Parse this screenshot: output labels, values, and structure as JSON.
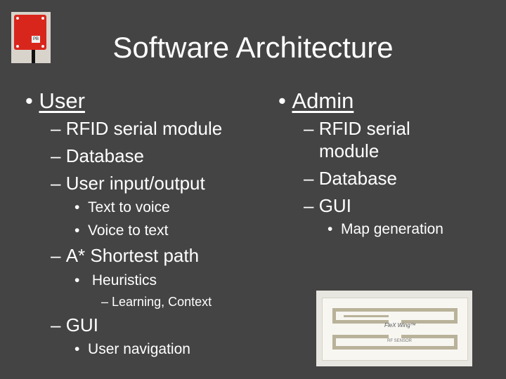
{
  "slide": {
    "title": "Software Architecture",
    "left_column": {
      "heading": "User",
      "items": [
        {
          "text": "RFID serial module",
          "level": 2,
          "marker": "–"
        },
        {
          "text": "Database",
          "level": 2,
          "marker": "–"
        },
        {
          "text": "User input/output",
          "level": 2,
          "marker": "–"
        },
        {
          "text": "Text to voice",
          "level": 3,
          "marker": "•"
        },
        {
          "text": "Voice to text",
          "level": 3,
          "marker": "•"
        },
        {
          "text": "A* Shortest path",
          "level": 2,
          "marker": "–"
        },
        {
          "text": "Heuristics",
          "level": 3,
          "marker": "•"
        },
        {
          "text": "Learning, Context",
          "level": 4,
          "marker": "–"
        },
        {
          "text": "GUI",
          "level": 2,
          "marker": "–"
        },
        {
          "text": "User navigation",
          "level": 3,
          "marker": "•"
        }
      ]
    },
    "right_column": {
      "heading": "Admin",
      "items": [
        {
          "text": "RFID serial",
          "level": 2,
          "marker": "–"
        },
        {
          "text": "module",
          "level": 2,
          "marker": ""
        },
        {
          "text": "Database",
          "level": 2,
          "marker": "–"
        },
        {
          "text": "GUI",
          "level": 2,
          "marker": "–"
        },
        {
          "text": "Map generation",
          "level": 3,
          "marker": "•"
        }
      ]
    },
    "images": {
      "rfid_module": {
        "chip_label": "PB"
      },
      "flex_tag": {
        "label": "FleX Wing™",
        "code": "RF SENSOR"
      }
    },
    "colors": {
      "background": "#444444",
      "text": "#ffffff",
      "board": "#d9261c"
    }
  }
}
